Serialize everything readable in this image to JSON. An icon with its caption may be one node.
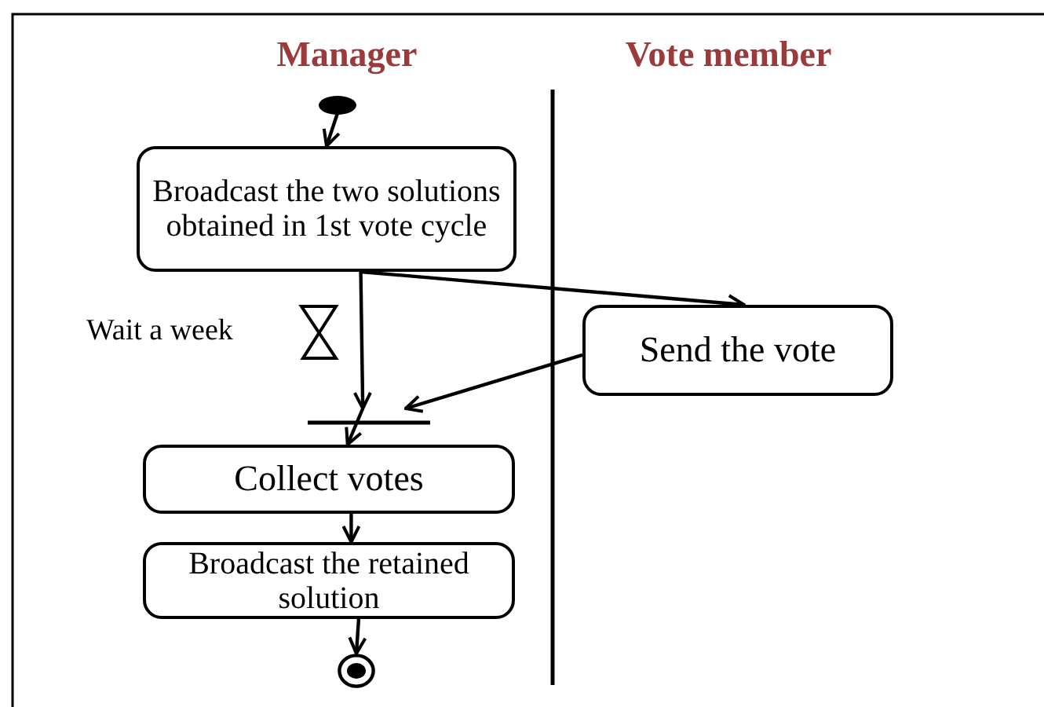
{
  "diagram": {
    "nodes": [
      {
        "text": [],
        "shape": "circle"
      },
      {
        "text": [
          "Broadcast the two solutions obtained in 1st vote cycle"
        ]
      },
      {
        "text": [
          "Send the vote"
        ]
      },
      {
        "text": [],
        "shape": "bar"
      },
      {
        "text": [
          "Collect votes"
        ]
      },
      {
        "text": [
          "Broadcast the retained solution"
        ]
      },
      {
        "text": [],
        "shape": "circle"
      }
    ],
    "edges": [
      {
        "from": 0,
        "to": 1,
        "arrow": "to"
      },
      {
        "from": 1,
        "to": 3,
        "arrow": "to"
      },
      {
        "from": 1,
        "to": 2,
        "arrow": "to"
      },
      {
        "from": 2,
        "to": 3,
        "arrow": "to"
      },
      {
        "from": 3,
        "to": 4,
        "arrow": "to"
      },
      {
        "from": 4,
        "to": 5,
        "arrow": "to"
      },
      {
        "from": 5,
        "to": 6,
        "arrow": "to"
      }
    ],
    "labels": [
      "Manager",
      "Vote member",
      "Wait a week"
    ]
  }
}
